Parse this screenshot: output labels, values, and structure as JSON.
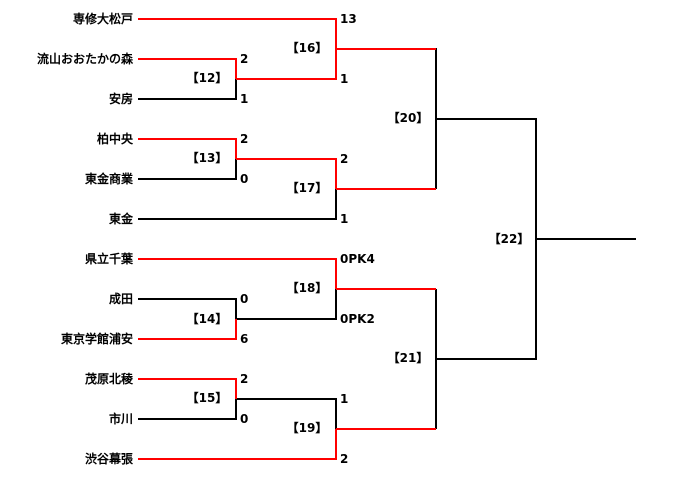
{
  "teams": [
    "専修大松戸",
    "流山おおたかの森",
    "安房",
    "柏中央",
    "東金商業",
    "東金",
    "県立千葉",
    "成田",
    "東京学館浦安",
    "茂原北稜",
    "市川",
    "渋谷幕張"
  ],
  "games": [
    "【12】",
    "【13】",
    "【14】",
    "【15】",
    "【16】",
    "【17】",
    "【18】",
    "【19】",
    "【20】",
    "【21】",
    "【22】"
  ],
  "scores": {
    "g12": [
      "2",
      "1"
    ],
    "g13": [
      "2",
      "0"
    ],
    "g14": [
      "0",
      "6"
    ],
    "g15": [
      "2",
      "0"
    ],
    "g16": [
      "13",
      "1"
    ],
    "g17": [
      "2",
      "1"
    ],
    "g18": [
      "0PK4",
      "0PK2"
    ],
    "g19": [
      "1",
      "2"
    ]
  },
  "colors": {
    "winner": "#ff0000",
    "normal": "#000000"
  }
}
